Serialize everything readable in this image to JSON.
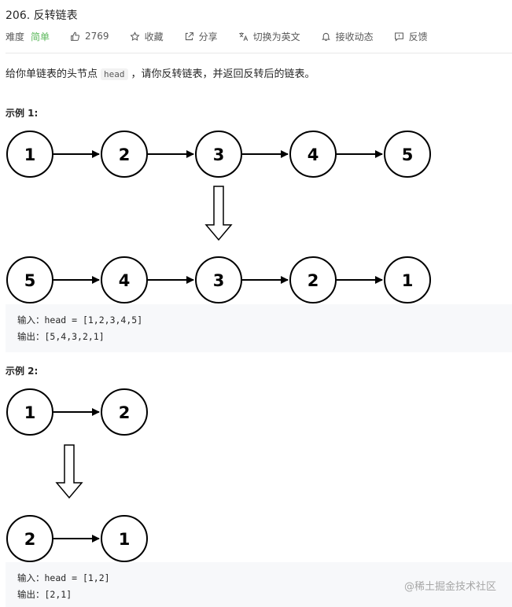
{
  "problem": {
    "title": "206. 反转链表"
  },
  "meta": {
    "difficulty_label": "难度",
    "difficulty_value": "简单",
    "like_count": "2769",
    "collect_label": "收藏",
    "share_label": "分享",
    "switch_lang_label": "切换为英文",
    "notify_label": "接收动态",
    "feedback_label": "反馈"
  },
  "description": {
    "before": "给你单链表的头节点",
    "code": "head",
    "after": "，请你反转链表，并返回反转后的链表。"
  },
  "example1": {
    "label": "示例 1:",
    "list_before": [
      "1",
      "2",
      "3",
      "4",
      "5"
    ],
    "list_after": [
      "5",
      "4",
      "3",
      "2",
      "1"
    ],
    "input_line": "输入：head = [1,2,3,4,5]",
    "output_line": "输出：[5,4,3,2,1]"
  },
  "example2": {
    "label": "示例 2:",
    "list_before": [
      "1",
      "2"
    ],
    "list_after": [
      "2",
      "1"
    ],
    "input_line": "输入：head = [1,2]",
    "output_line": "输出：[2,1]"
  },
  "watermark": "@稀土掘金技术社区"
}
